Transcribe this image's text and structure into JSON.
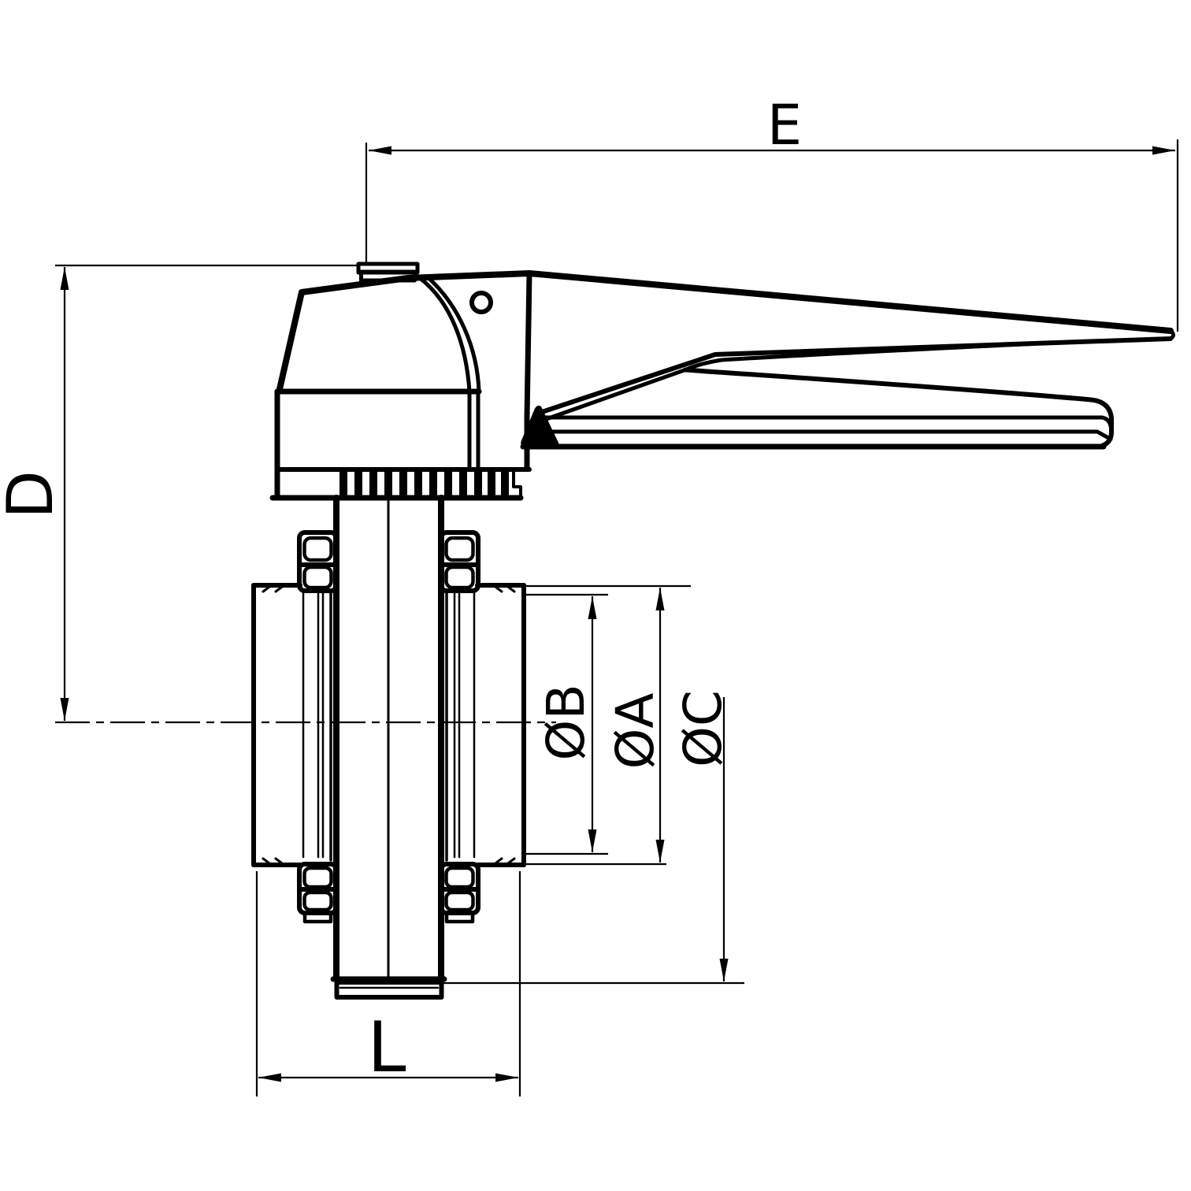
{
  "drawing": {
    "type": "engineering-dimension-diagram",
    "subject": "butterfly-valve-with-trigger-handle-side-view",
    "colors": {
      "ink": "#000000",
      "paper": "#ffffff"
    },
    "labels": {
      "dim_e": "E",
      "dim_d": "D",
      "dim_l": "L",
      "dia_b": "ØB",
      "dia_a": "ØA",
      "dia_c": "ØC"
    }
  }
}
